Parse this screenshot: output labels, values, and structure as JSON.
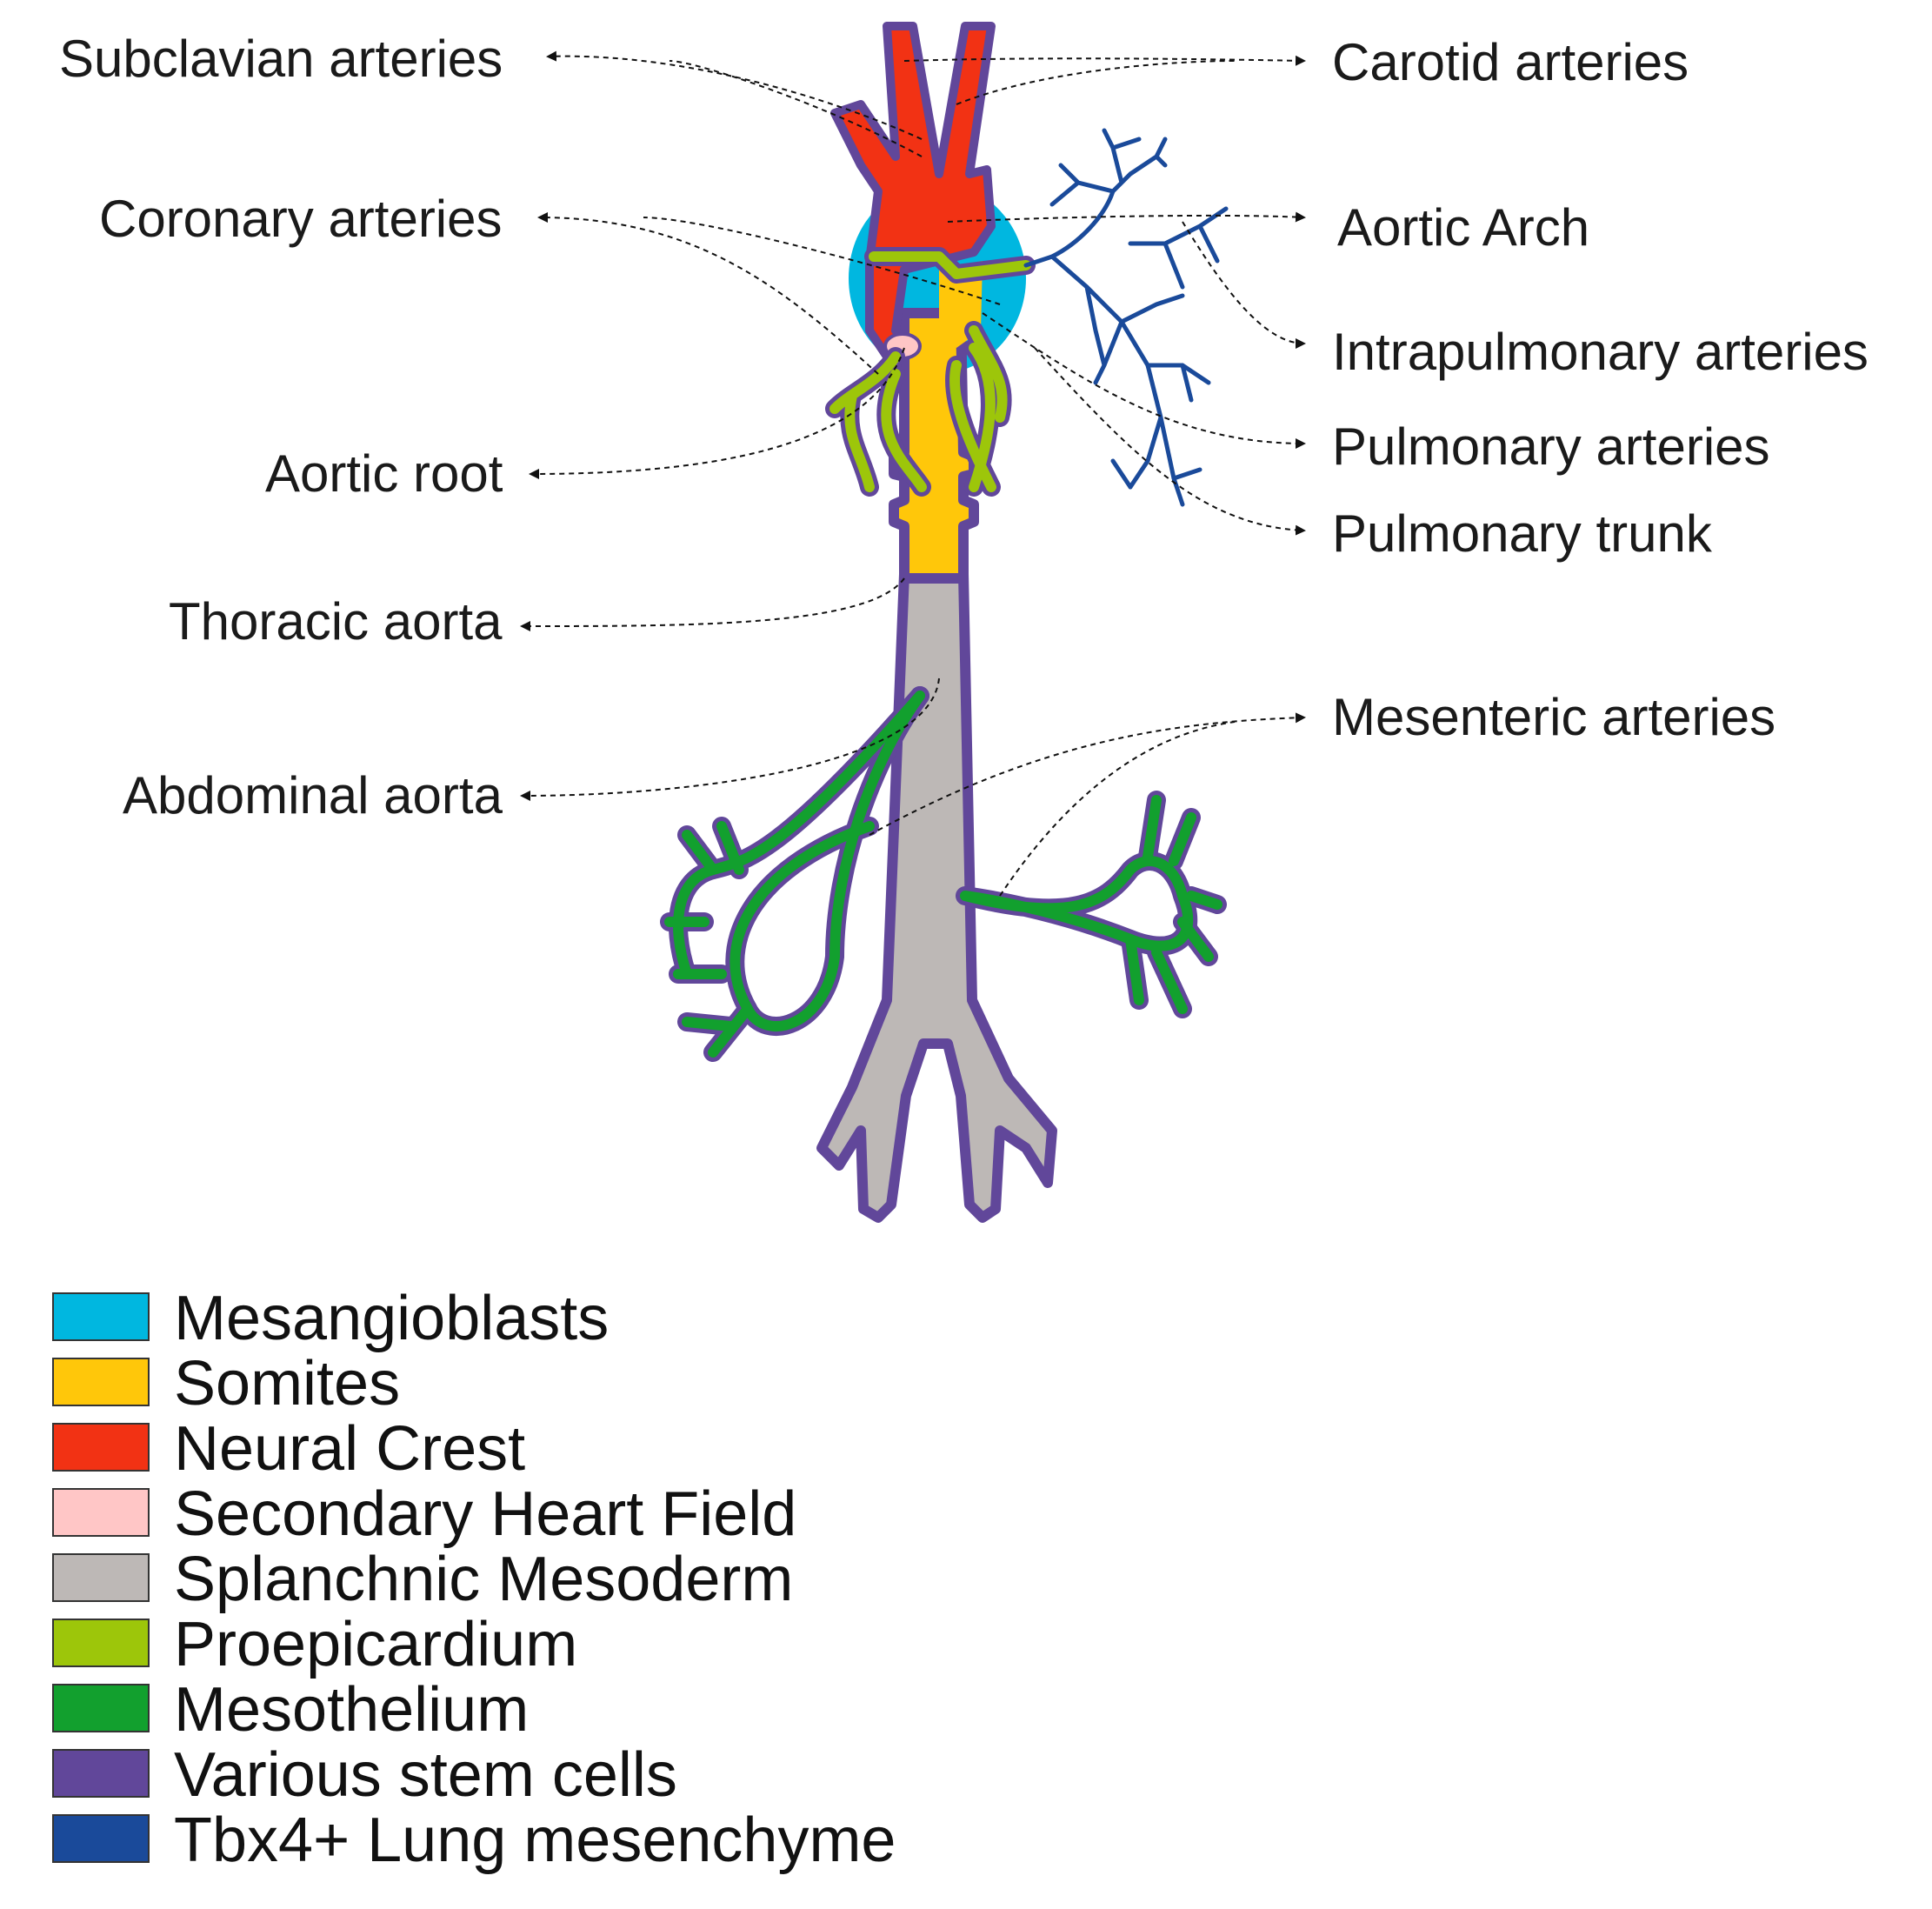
{
  "labels": {
    "subclavian": "Subclavian arteries",
    "coronary": "Coronary arteries",
    "aortic_root": "Aortic root",
    "thoracic": "Thoracic aorta",
    "abdominal": "Abdominal aorta",
    "carotid": "Carotid arteries",
    "aortic_arch": "Aortic Arch",
    "intrapulmonary": "Intrapulmonary arteries",
    "pulmonary_arteries": "Pulmonary arteries",
    "pulmonary_trunk": "Pulmonary trunk",
    "mesenteric": "Mesenteric arteries"
  },
  "legend": [
    {
      "label": "Mesangioblasts",
      "color": "#00b7e0"
    },
    {
      "label": "Somites",
      "color": "#ffc70a"
    },
    {
      "label": "Neural Crest",
      "color": "#f23214"
    },
    {
      "label": "Secondary Heart Field",
      "color": "#ffc6c6"
    },
    {
      "label": "Splanchnic Mesoderm",
      "color": "#bdb8b6"
    },
    {
      "label": "Proepicardium",
      "color": "#9dc60a"
    },
    {
      "label": "Mesothelium",
      "color": "#12a02e"
    },
    {
      "label": "Various stem cells",
      "color": "#61479a"
    },
    {
      "label": "Tbx4+ Lung mesenchyme",
      "color": "#1a4a9a"
    }
  ]
}
